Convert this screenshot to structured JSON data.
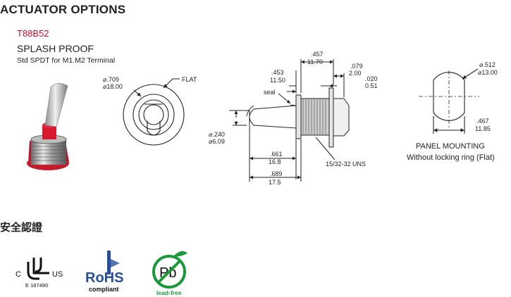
{
  "section_title": "ACTUATOR OPTIONS",
  "product": {
    "part_number": "T88B52",
    "type": "SPLASH PROOF",
    "terminal": "Std SPDT for M1.M2 Terminal"
  },
  "front_view": {
    "dia_in": "⌀.709",
    "dia_mm": "⌀18.00",
    "flat_label": "FLAT"
  },
  "side_view": {
    "d457_in": ".457",
    "d457_mm": "11.70",
    "d079_in": ".079",
    "d079_mm": "2.00",
    "d020_in": ".020",
    "d020_mm": "0.51",
    "d453_in": ".453",
    "d453_mm": "11.50",
    "seal_label": "seal",
    "d240_in": "⌀.240",
    "d240_mm": "⌀6.09",
    "d661_in": ".661",
    "d661_mm": "16.8",
    "d689_in": ".689",
    "d689_mm": "17.5",
    "thread_label": "15/32-32 UNS"
  },
  "panel": {
    "d512_in": "⌀.512",
    "d512_mm": "⌀13.00",
    "d467_in": ".467",
    "d467_mm": "11.85",
    "title": "PANEL  MOUNTING",
    "subtitle": "Without locking ring (Flat)"
  },
  "certifications": {
    "title": "安全認證",
    "ul": {
      "c": "C",
      "us": "US",
      "file": "E   187490"
    },
    "rohs": {
      "text": "RoHS",
      "sub": "compliant"
    },
    "leadfree": {
      "text": "lead-free",
      "symbol": "Pb"
    }
  },
  "colors": {
    "accent_red": "#c8102e",
    "rohs_blue": "#2a4f9a",
    "leadfree_green": "#1a9a3a"
  }
}
